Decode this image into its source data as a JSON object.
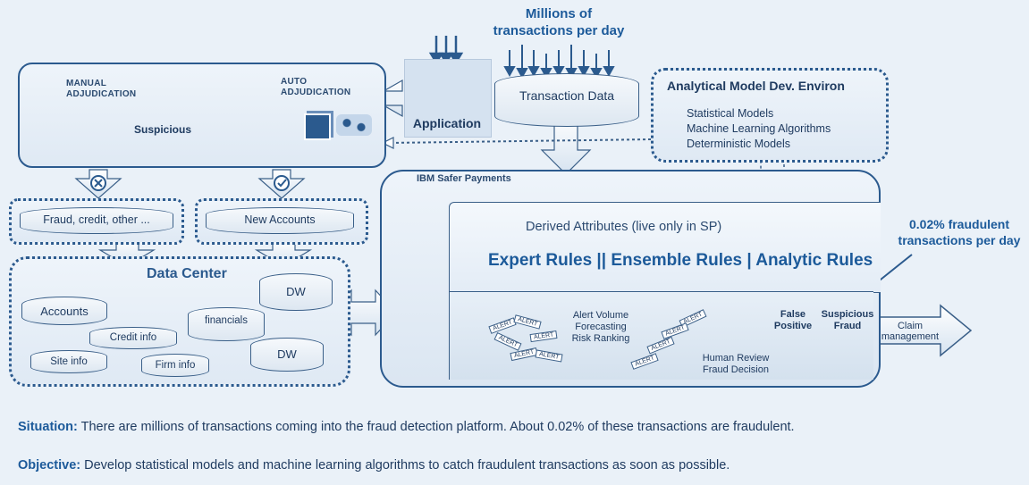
{
  "top": {
    "millions_label_line1": "Millions of",
    "millions_label_line2": "transactions per day"
  },
  "adjudication": {
    "manual_label_line1": "MANUAL",
    "manual_label_line2": "ADJUDICATION",
    "auto_label_line1": "AUTO",
    "auto_label_line2": "ADJUDICATION",
    "suspicious_label": "Suspicious"
  },
  "application": {
    "label": "Application"
  },
  "transaction_data": {
    "label": "Transaction Data"
  },
  "analytical": {
    "title": "Analytical Model Dev. Environ",
    "items": [
      "Statistical Models",
      "Machine Learning Algorithms",
      "Deterministic Models"
    ]
  },
  "queues": {
    "fraud_label": "Fraud, credit, other ...",
    "new_accounts_label": "New Accounts"
  },
  "data_center": {
    "title": "Data Center",
    "stores": [
      "Accounts",
      "Credit info",
      "financials",
      "DW",
      "DW",
      "Site info",
      "Firm info"
    ]
  },
  "safer_payments": {
    "title": "IBM Safer Payments",
    "derived": "Derived Attributes (live only in SP)",
    "rules": "Expert Rules || Ensemble Rules | Analytic Rules",
    "forecast_line1": "Alert Volume Forecasting",
    "forecast_line2": "Risk Ranking",
    "review_line1": "Human Review",
    "review_line2": "Fraud Decision",
    "false_positive_line1": "False",
    "false_positive_line2": "Positive",
    "suspicious_fraud_line1": "Suspicious",
    "suspicious_fraud_line2": "Fraud",
    "alert_tag": "ALERT"
  },
  "fraud_rate": {
    "line1": "0.02% fraudulent",
    "line2": "transactions per day"
  },
  "claim": {
    "line1": "Claim",
    "line2": "management"
  },
  "text": {
    "situation_label": "Situation:",
    "situation_text": " There are millions of transactions coming into the fraud detection platform. About 0.02% of these transactions are fraudulent.",
    "objective_label": "Objective:",
    "objective_text": " Develop statistical models and machine learning algorithms to catch fraudulent transactions as soon as possible."
  }
}
